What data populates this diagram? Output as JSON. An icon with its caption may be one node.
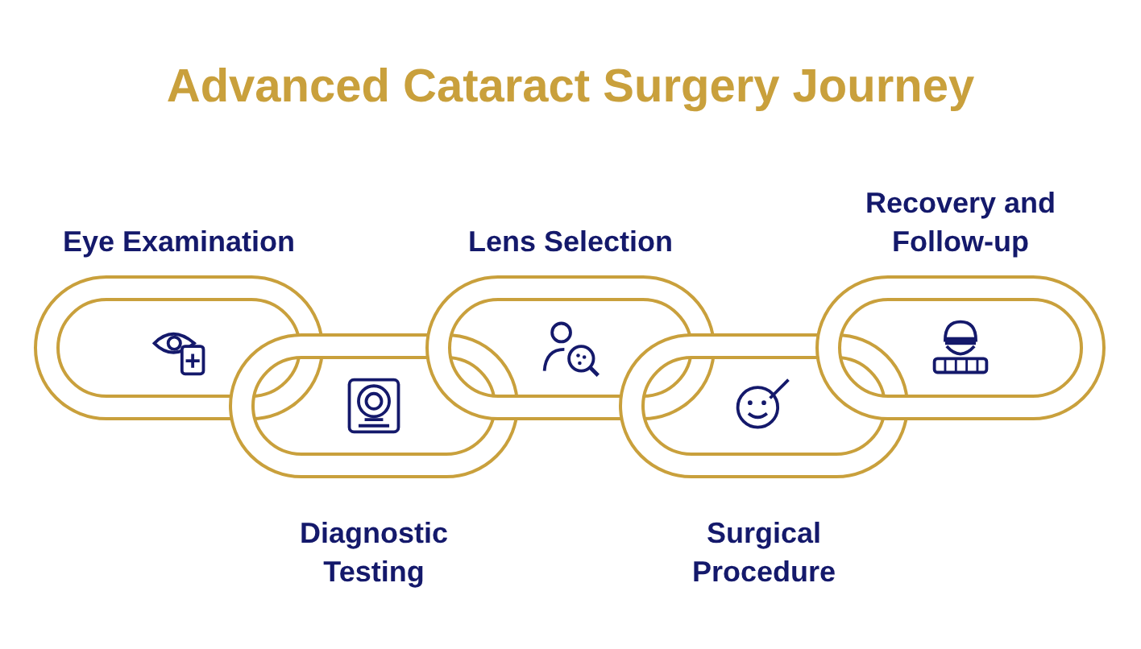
{
  "diagram": {
    "title": "Advanced Cataract Surgery Journey",
    "nodes": [
      {
        "text": [
          "Eye Examination"
        ]
      },
      {
        "text": [
          "Diagnostic Testing"
        ]
      },
      {
        "text": [
          "Lens Selection"
        ]
      },
      {
        "text": [
          "Surgical Procedure"
        ]
      },
      {
        "text": [
          "Recovery and Follow-up"
        ]
      }
    ]
  }
}
